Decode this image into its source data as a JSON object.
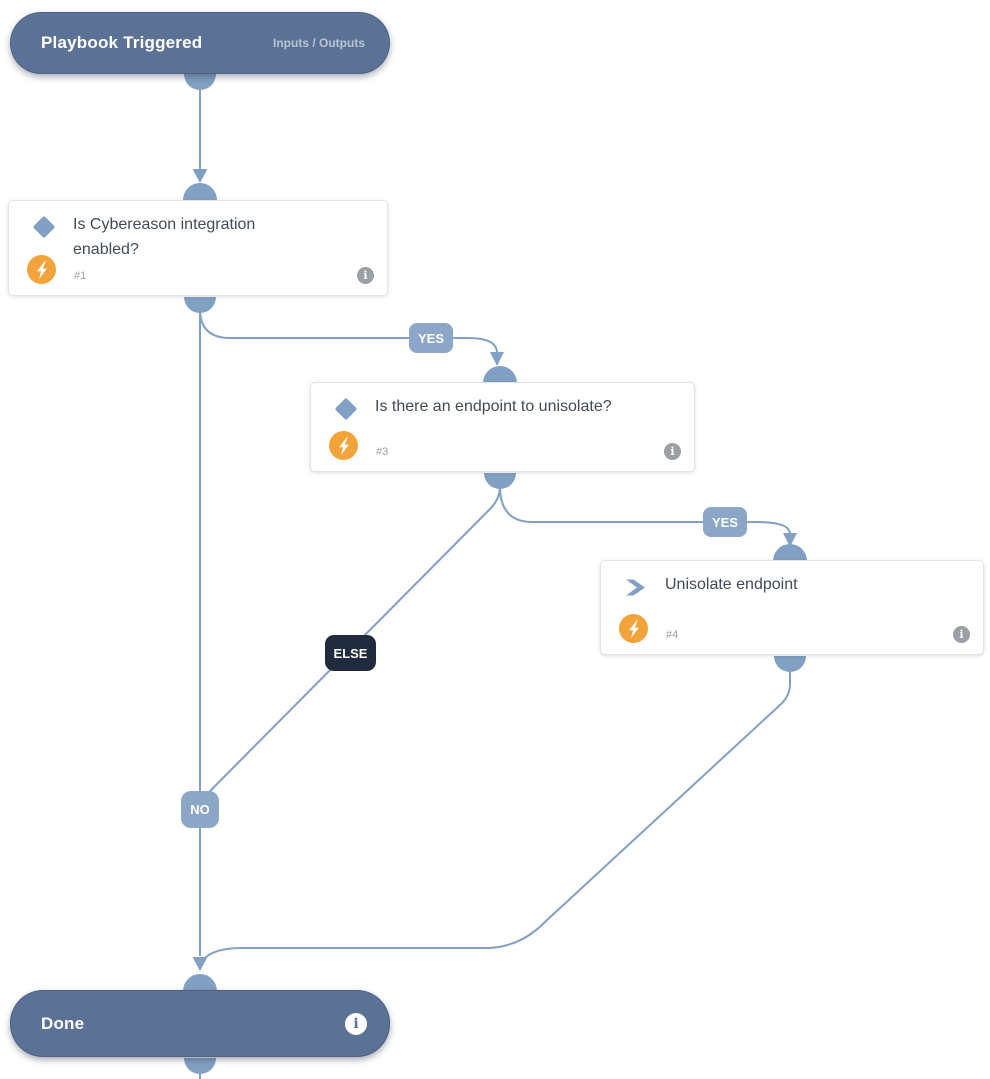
{
  "colors": {
    "canvas": "#ffffff",
    "node-fill": "#5B7296",
    "edge": "#82A0C3",
    "branch-badge": "#8BA6C6",
    "else-badge": "#202B3D",
    "bolt": "#F2A33A",
    "card-border": "#E2E4E7",
    "title-text": "#414B55",
    "muted-text": "#9BA0A6",
    "io-label": "#BAC4D3",
    "badge-text": "#FFFFFF"
  },
  "nodes": {
    "trigger": {
      "title": "Playbook Triggered",
      "io_label": "Inputs / Outputs"
    },
    "cond1": {
      "title": "Is Cybereason integration enabled?",
      "number": "#1",
      "type_icon": "diamond-icon",
      "script_icon": "lightning-icon",
      "info_icon": "info-icon"
    },
    "cond3": {
      "title": "Is there an endpoint to unisolate?",
      "number": "#3",
      "type_icon": "diamond-icon",
      "script_icon": "lightning-icon",
      "info_icon": "info-icon"
    },
    "task4": {
      "title": "Unisolate endpoint",
      "number": "#4",
      "type_icon": "chevron-icon",
      "script_icon": "lightning-icon",
      "info_icon": "info-icon"
    },
    "done": {
      "title": "Done",
      "info_icon": "info-icon"
    }
  },
  "edge_labels": {
    "cond1_yes": "YES",
    "cond1_no": "NO",
    "cond3_yes": "YES",
    "cond3_else": "ELSE"
  }
}
